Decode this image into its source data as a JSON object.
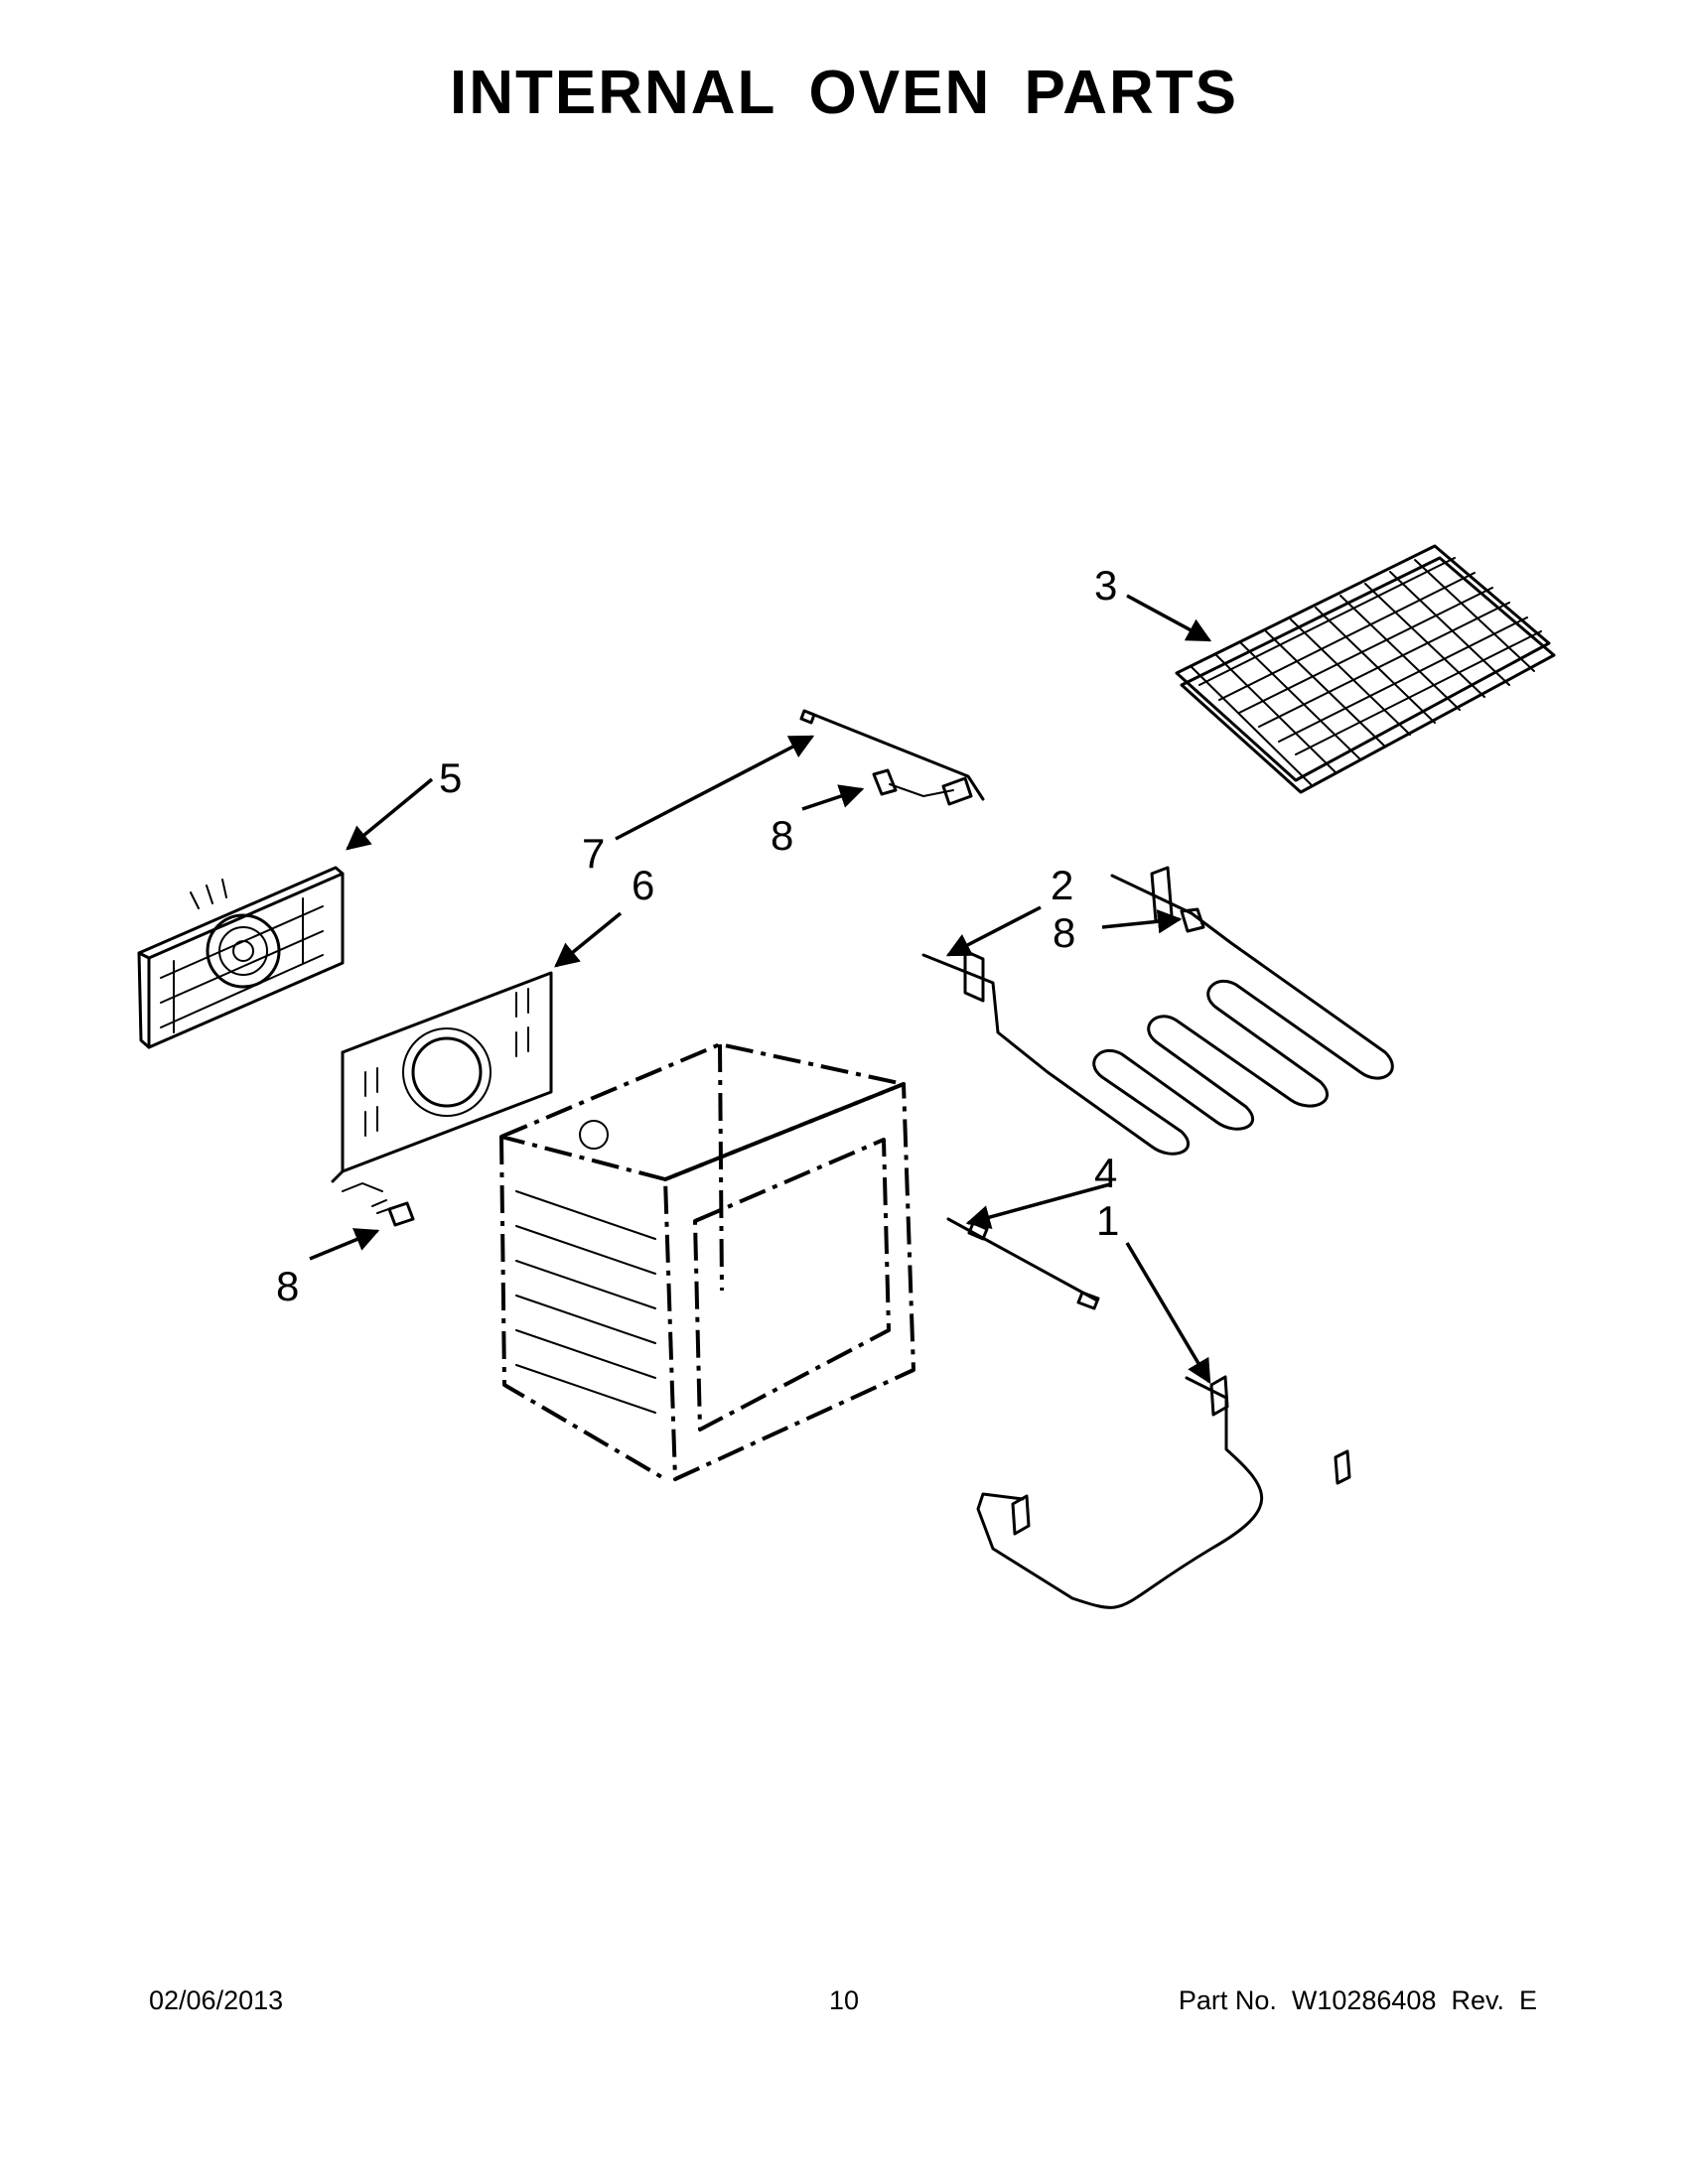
{
  "title": "INTERNAL OVEN PARTS",
  "callouts": {
    "c1": "1",
    "c2": "2",
    "c3": "3",
    "c4": "4",
    "c5": "5",
    "c6": "6",
    "c7": "7",
    "c8a": "8",
    "c8b": "8",
    "c8c": "8"
  },
  "footer": {
    "date": "02/06/2013",
    "page": "10",
    "part": "Part No.  W10286408  Rev.  E"
  }
}
